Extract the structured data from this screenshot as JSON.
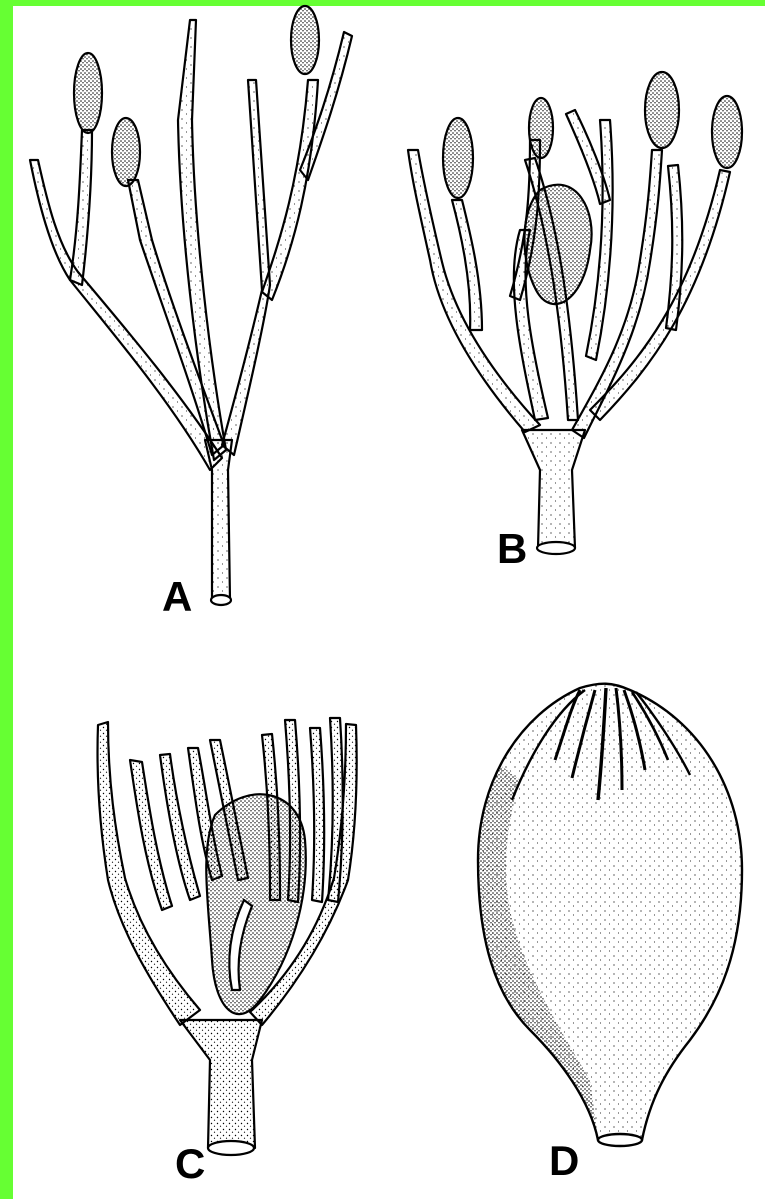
{
  "figure": {
    "panels": [
      {
        "id": "a",
        "label": "A"
      },
      {
        "id": "b",
        "label": "B"
      },
      {
        "id": "c",
        "label": "C"
      },
      {
        "id": "d",
        "label": "D"
      }
    ],
    "colors": {
      "frame": "#66ff33",
      "ink": "#000000",
      "paper": "#ffffff"
    }
  }
}
